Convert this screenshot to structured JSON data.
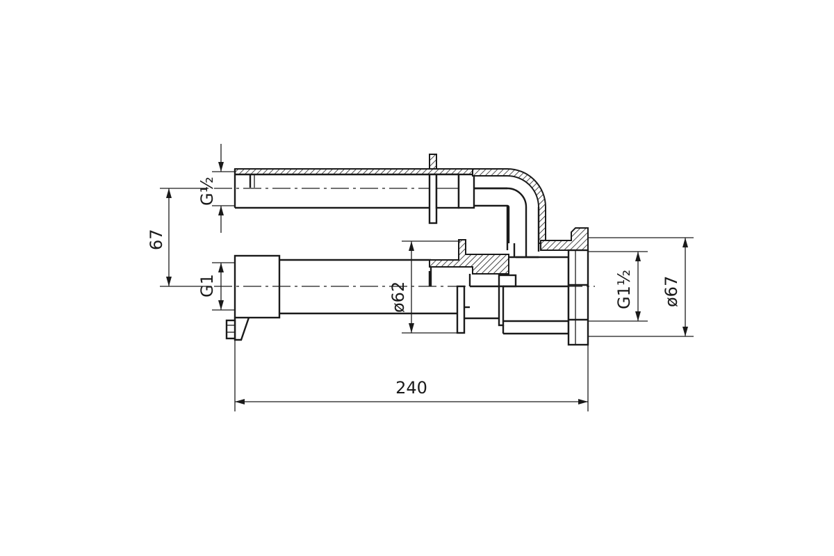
{
  "dimensions": {
    "length": "240",
    "outlet_thread": "G½",
    "offset": "67",
    "inlet_thread": "G1",
    "inner_diameter": "ø62",
    "body_thread": "G1½",
    "outer_diameter": "ø67"
  }
}
